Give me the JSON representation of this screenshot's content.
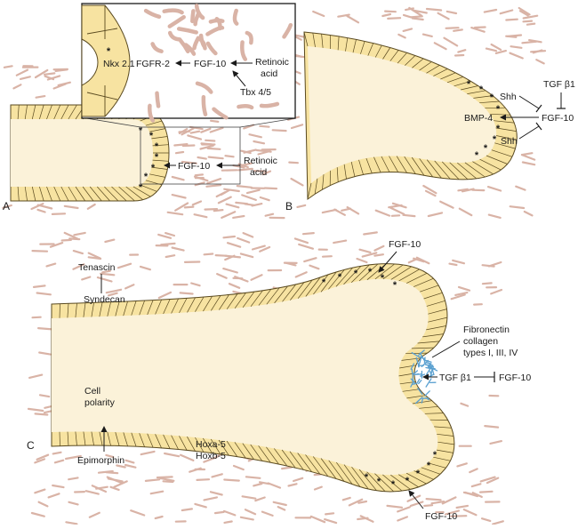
{
  "panel_a": {
    "letter": "A",
    "inset": {
      "nkx": "Nkx 2.1",
      "fgfr2": "FGFR-2",
      "fgf10": "FGF-10",
      "retinoic_line1": "Retinoic",
      "retinoic_line2": "acid",
      "tbx": "Tbx 4/5"
    },
    "fgf10": "FGF-10",
    "retinoic_line1": "Retinoic",
    "retinoic_line2": "acid"
  },
  "panel_b": {
    "letter": "B",
    "tgfb1": "TGF β1",
    "shh_top": "Shh",
    "bmp4": "BMP-4",
    "fgf10": "FGF-10",
    "shh_bottom": "Shh"
  },
  "panel_c": {
    "letter": "C",
    "fgf10_top": "FGF-10",
    "tenascin": "Tenascin",
    "syndecan": "Syndecan",
    "fibronectin_line1": "Fibronectin",
    "fibronectin_line2": "collagen",
    "fibronectin_line3": "types I, III, IV",
    "tgfb1": "TGF β1",
    "fgf10_right": "FGF-10",
    "cell_line1": "Cell",
    "cell_line2": "polarity",
    "epimorphin": "Epimorphin",
    "hoxa": "Hoxa-5",
    "hoxb": "Hoxb-5",
    "fgf10_bottom": "FGF-10"
  },
  "asterisk": "*",
  "colors": {
    "epithelium": "#f7e3a1",
    "lumen": "#fbf2d9",
    "mesenchyme": "#d9b3a6",
    "matrix": "#5aa0d0"
  }
}
